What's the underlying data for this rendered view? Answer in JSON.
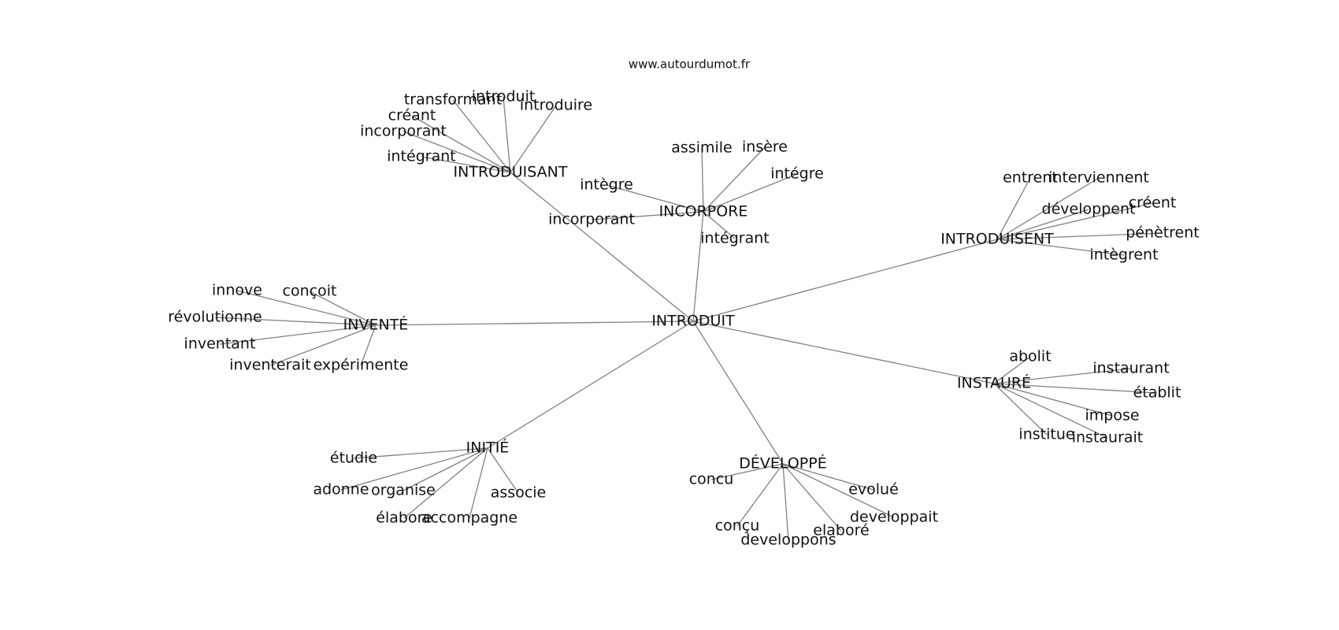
{
  "source": "www.autourdumot.fr",
  "root": "INTRODUIT",
  "groups": [
    {
      "label": "INTRODUISANT",
      "children": [
        "intégrant",
        "incorporant",
        "créant",
        "transformant",
        "introduit",
        "introduire"
      ]
    },
    {
      "label": "INCORPORE",
      "children": [
        "assimile",
        "insère",
        "intégre",
        "intègre",
        "incorporant",
        "intégrant"
      ]
    },
    {
      "label": "INTRODUISENT",
      "children": [
        "entrent",
        "interviennent",
        "développent",
        "créent",
        "pénètrent",
        "intègrent"
      ]
    },
    {
      "label": "INVENTÉ",
      "children": [
        "innove",
        "conçoit",
        "révolutionne",
        "inventant",
        "inventerait",
        "expérimente"
      ]
    },
    {
      "label": "INSTAURÉ",
      "children": [
        "abolit",
        "instaurant",
        "établit",
        "impose",
        "institue",
        "instaurait"
      ]
    },
    {
      "label": "INITIÉ",
      "children": [
        "étudie",
        "adonne",
        "organise",
        "associe",
        "élabore",
        "accompagne"
      ]
    },
    {
      "label": "DÉVELOPPÉ",
      "children": [
        "concu",
        "conçu",
        "developpons",
        "elaboré",
        "developpait",
        "evolué"
      ]
    }
  ]
}
